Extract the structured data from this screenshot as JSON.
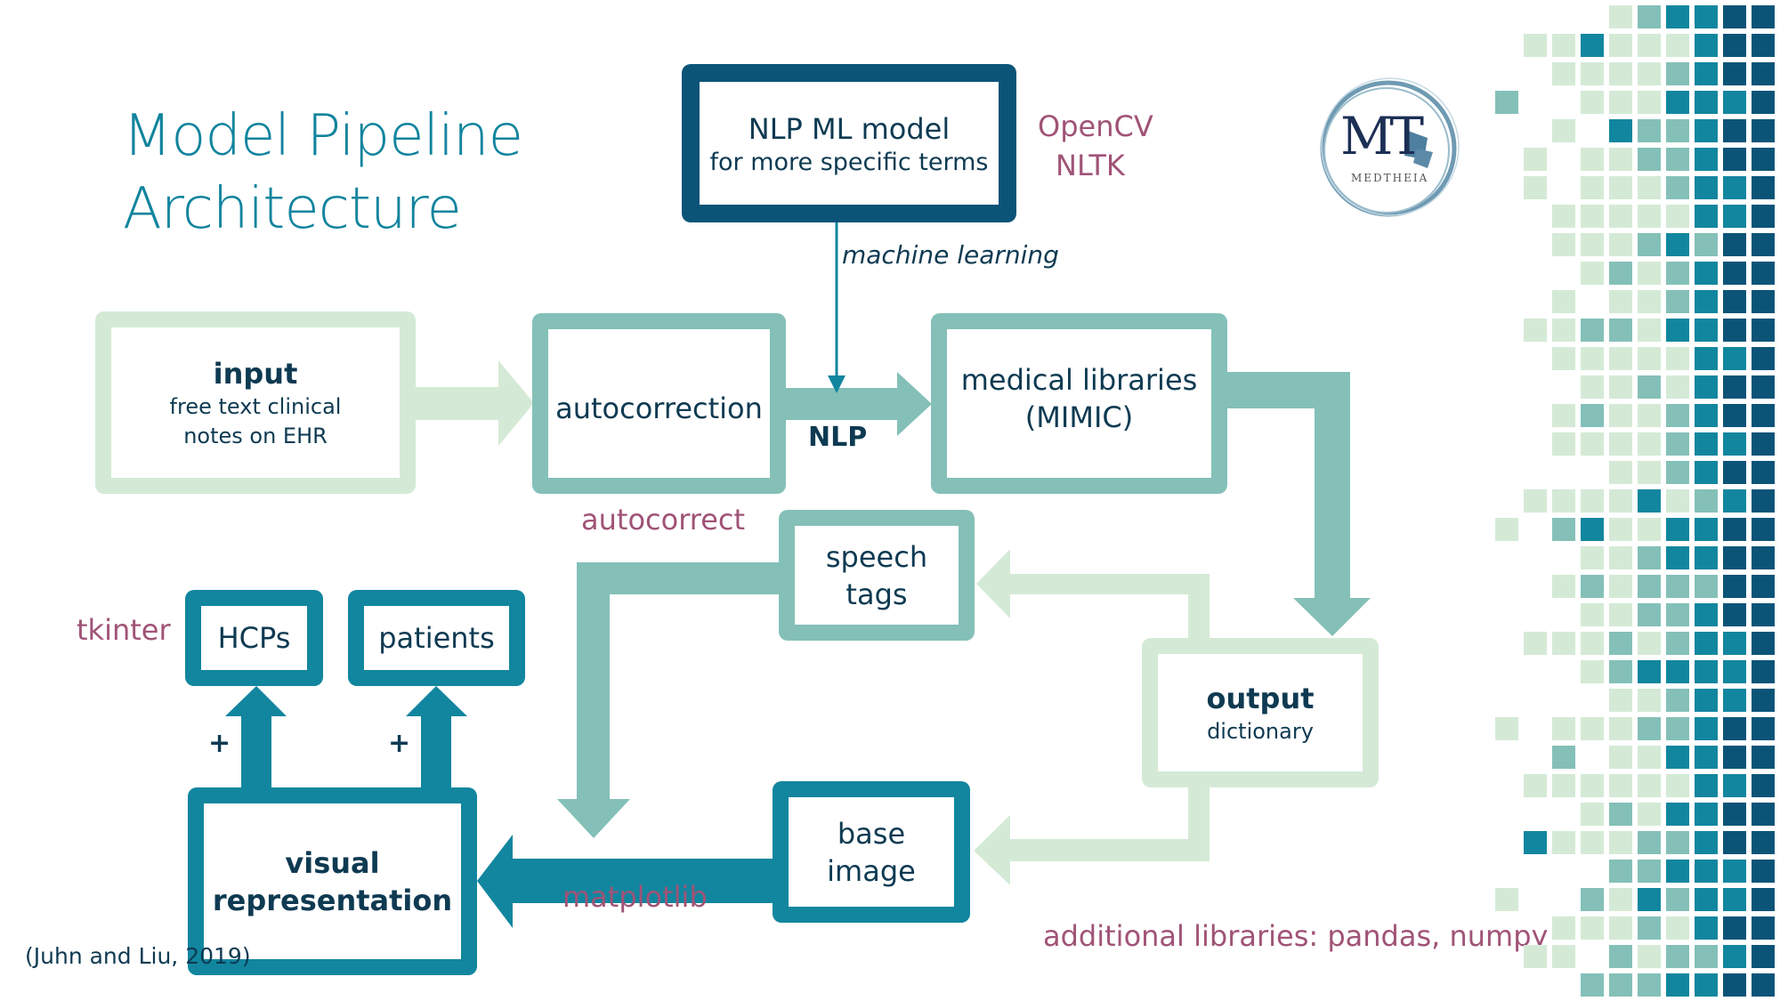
{
  "title": {
    "line1": "Model Pipeline",
    "line2": "Architecture"
  },
  "logo": {
    "monogram": "MT",
    "name": "MEDTHEIA"
  },
  "colors": {
    "light": "#d4ead6",
    "mid": "#84c0b8",
    "teal": "#12869f",
    "dark": "#0b5478",
    "library_text": "#a05377",
    "body_text": "#0e3a52",
    "title_text": "#11849e"
  },
  "nodes": {
    "nlp_model": {
      "line1": "NLP ML model",
      "line2": "for more specific terms"
    },
    "input": {
      "heading": "input",
      "line1": "free text clinical",
      "line2": "notes on EHR"
    },
    "autocorrection": {
      "label": "autocorrection"
    },
    "medical_libraries": {
      "line1": "medical libraries",
      "line2": "(MIMIC)"
    },
    "speech_tags": {
      "line1": "speech",
      "line2": "tags"
    },
    "output": {
      "heading": "output",
      "line1": "dictionary"
    },
    "hcps": {
      "label": "HCPs"
    },
    "patients": {
      "label": "patients"
    },
    "visual_representation": {
      "line1": "visual",
      "line2": "representation"
    },
    "base_image": {
      "line1": "base",
      "line2": "image"
    }
  },
  "edge_labels": {
    "machine_learning": "machine learning",
    "nlp": "NLP",
    "plus_hcps": "+",
    "plus_patients": "+"
  },
  "libraries": {
    "opencv": "OpenCV",
    "nltk": "NLTK",
    "autocorrect": "autocorrect",
    "tkinter": "tkinter",
    "matplotlib": "matplotlib",
    "additional": "additional libraries: pandas, numpy"
  },
  "citation": "(Juhn and Liu, 2019)",
  "mosaic": {
    "legend": [
      "empty",
      "light",
      "mid",
      "teal",
      "dark"
    ],
    "rows": [
      [
        0,
        0,
        0,
        0,
        1,
        2,
        3,
        3,
        4,
        4
      ],
      [
        0,
        1,
        1,
        3,
        1,
        1,
        1,
        3,
        4,
        4
      ],
      [
        0,
        0,
        1,
        1,
        1,
        1,
        2,
        3,
        4,
        4
      ],
      [
        2,
        0,
        0,
        1,
        1,
        1,
        3,
        3,
        3,
        4
      ],
      [
        0,
        0,
        1,
        0,
        3,
        2,
        2,
        3,
        4,
        4
      ],
      [
        0,
        1,
        0,
        1,
        1,
        2,
        2,
        3,
        4,
        4
      ],
      [
        0,
        1,
        0,
        1,
        1,
        1,
        2,
        3,
        3,
        4
      ],
      [
        0,
        0,
        1,
        1,
        1,
        1,
        1,
        3,
        3,
        4
      ],
      [
        0,
        0,
        1,
        1,
        1,
        2,
        3,
        2,
        4,
        4
      ],
      [
        0,
        0,
        0,
        1,
        2,
        1,
        2,
        3,
        4,
        4
      ],
      [
        0,
        0,
        1,
        0,
        1,
        1,
        2,
        3,
        4,
        4
      ],
      [
        0,
        1,
        1,
        2,
        2,
        1,
        3,
        3,
        4,
        4
      ],
      [
        0,
        0,
        1,
        1,
        1,
        1,
        1,
        3,
        3,
        4
      ],
      [
        0,
        0,
        0,
        1,
        1,
        2,
        1,
        3,
        4,
        4
      ],
      [
        0,
        0,
        1,
        2,
        1,
        1,
        2,
        3,
        4,
        4
      ],
      [
        0,
        0,
        1,
        1,
        1,
        1,
        2,
        3,
        3,
        4
      ],
      [
        0,
        0,
        0,
        0,
        1,
        1,
        2,
        3,
        4,
        4
      ],
      [
        0,
        1,
        1,
        1,
        1,
        3,
        1,
        2,
        3,
        4
      ],
      [
        1,
        0,
        2,
        3,
        1,
        1,
        3,
        3,
        4,
        4
      ],
      [
        0,
        0,
        0,
        1,
        1,
        2,
        3,
        3,
        4,
        4
      ],
      [
        0,
        0,
        1,
        2,
        1,
        2,
        2,
        2,
        4,
        4
      ],
      [
        0,
        0,
        0,
        1,
        1,
        2,
        2,
        3,
        4,
        4
      ],
      [
        0,
        1,
        1,
        1,
        2,
        1,
        2,
        3,
        3,
        4
      ],
      [
        0,
        0,
        0,
        1,
        2,
        3,
        3,
        3,
        3,
        4
      ],
      [
        0,
        0,
        0,
        0,
        1,
        1,
        2,
        3,
        3,
        4
      ],
      [
        1,
        0,
        1,
        1,
        1,
        2,
        2,
        3,
        4,
        4
      ],
      [
        0,
        0,
        2,
        0,
        1,
        1,
        3,
        3,
        4,
        4
      ],
      [
        0,
        1,
        1,
        1,
        1,
        1,
        1,
        3,
        3,
        4
      ],
      [
        0,
        0,
        0,
        1,
        2,
        1,
        3,
        3,
        4,
        4
      ],
      [
        0,
        3,
        1,
        1,
        1,
        2,
        2,
        3,
        4,
        4
      ],
      [
        0,
        0,
        0,
        0,
        2,
        2,
        3,
        3,
        3,
        4
      ],
      [
        1,
        0,
        0,
        2,
        1,
        3,
        2,
        3,
        3,
        4
      ],
      [
        0,
        0,
        1,
        1,
        1,
        2,
        1,
        3,
        4,
        4
      ],
      [
        0,
        1,
        1,
        0,
        2,
        1,
        2,
        2,
        3,
        4
      ],
      [
        0,
        0,
        0,
        2,
        2,
        2,
        3,
        3,
        4,
        4
      ]
    ]
  }
}
